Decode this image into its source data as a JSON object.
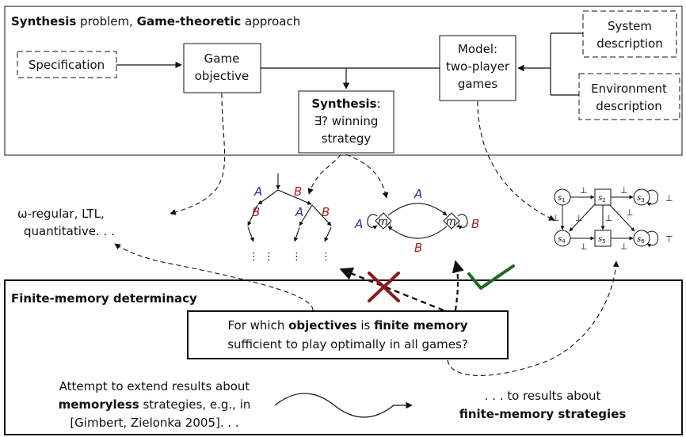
{
  "top_panel": {
    "title_bold1": "Synthesis",
    "title_mid": " problem, ",
    "title_bold2": "Game-theoretic",
    "title_end": " approach",
    "specification": "Specification",
    "game_objective": [
      "Game",
      "objective"
    ],
    "model": [
      "Model:",
      "two-player",
      "games"
    ],
    "system": [
      "System",
      "description"
    ],
    "environment": [
      "Environment",
      "description"
    ],
    "synthesis_bold": "Synthesis",
    "synthesis_colon": ":",
    "synthesis_lines": [
      "∃? winning",
      "strategy"
    ]
  },
  "objectives_text": [
    "ω-regular,  LTL,",
    "quantitative. . ."
  ],
  "tree": {
    "edge_a": "A",
    "edge_b": "B",
    "dots": "⋮"
  },
  "memory_machine": {
    "m1": "m",
    "m1_sub": "1",
    "m2": "m",
    "m2_sub": "2",
    "a": "A",
    "b": "B"
  },
  "game_graph": {
    "states": [
      "s",
      "1",
      "s",
      "2",
      "s",
      "3",
      "s",
      "4",
      "s",
      "5",
      "s",
      "6"
    ],
    "bottom": "⊥",
    "top": "⊤"
  },
  "bottom_panel": {
    "title": "Finite-memory determinacy",
    "question_pre": "For which ",
    "question_b1": "objectives",
    "question_mid": " is ",
    "question_b2": "finite memory",
    "question_line2": "sufficient to play optimally in all games?",
    "attempt_line1": "Attempt to extend results about",
    "attempt_line2_bold": "memoryless",
    "attempt_line2_rest": " strategies, e.g., in",
    "attempt_line3": "[Gimbert, Zielonka 2005]. . .",
    "results_line1": ". . . to results about",
    "results_line2": "finite-memory strategies"
  },
  "colors": {
    "blue": "#2b2ba8",
    "red": "#a32020",
    "cross": "#8b1a1a",
    "check": "#1e6b1e"
  }
}
